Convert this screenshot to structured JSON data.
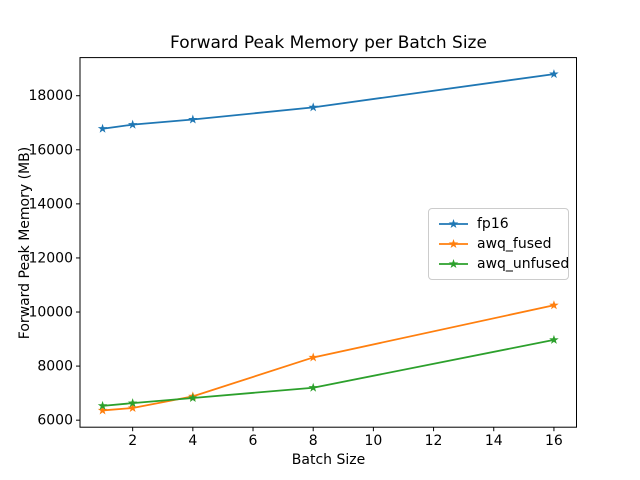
{
  "chart_data": {
    "type": "line",
    "title": "Forward Peak Memory per Batch Size",
    "xlabel": "Batch Size",
    "ylabel": "Forward Peak Memory (MB)",
    "x": [
      1,
      2,
      4,
      8,
      16
    ],
    "series": [
      {
        "name": "fp16",
        "color": "#1f77b4",
        "values": [
          16780,
          16930,
          17120,
          17570,
          18800
        ]
      },
      {
        "name": "awq_fused",
        "color": "#ff7f0e",
        "values": [
          6360,
          6450,
          6880,
          8320,
          10250
        ]
      },
      {
        "name": "awq_unfused",
        "color": "#2ca02c",
        "values": [
          6530,
          6630,
          6820,
          7200,
          8970
        ]
      }
    ],
    "marker": "star",
    "xticks": [
      2,
      4,
      6,
      8,
      10,
      12,
      14,
      16
    ],
    "yticks": [
      6000,
      8000,
      10000,
      12000,
      14000,
      16000,
      18000
    ],
    "xlim": [
      0.25,
      16.75
    ],
    "ylim": [
      5740,
      19410
    ],
    "grid": false,
    "legend_position": "center right",
    "axis_color": "#000000",
    "legend_border_color": "#cccccc",
    "background_color": "#ffffff"
  }
}
